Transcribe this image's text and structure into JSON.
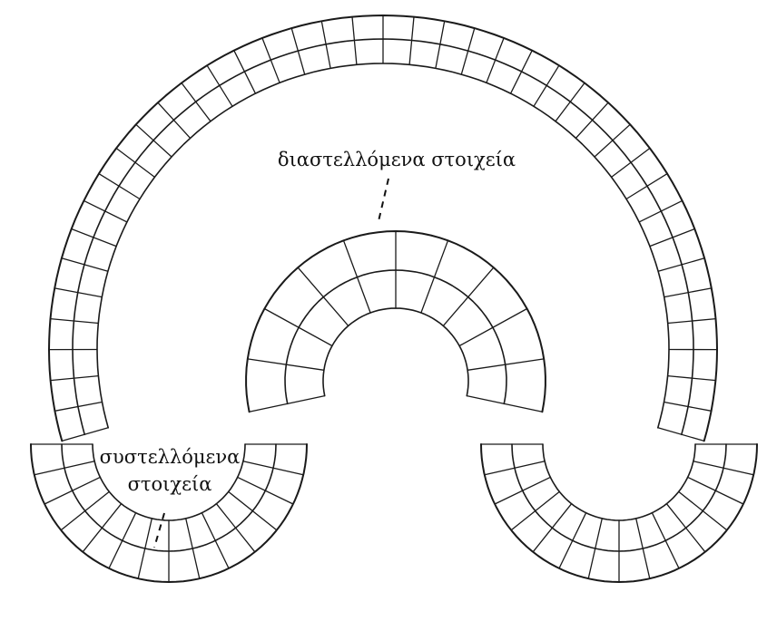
{
  "labels": {
    "expanded_elements": "διαστελλόμενα στοιχεία",
    "contracted_elements_line1": "συστελλόμενα",
    "contracted_elements_line2": "στοιχεία"
  },
  "mesh": {
    "stroke_color": "#1a1a1a",
    "background": "#ffffff"
  }
}
